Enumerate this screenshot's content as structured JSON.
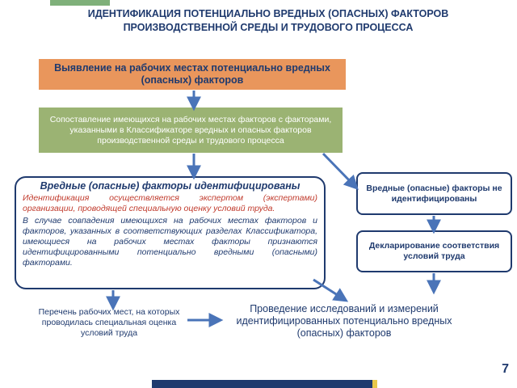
{
  "title": "ИДЕНТИФИКАЦИЯ ПОТЕНЦИАЛЬНО ВРЕДНЫХ (ОПАСНЫХ) ФАКТОРОВ ПРОИЗВОДСТВЕННОЙ СРЕДЫ И ТРУДОВОГО ПРОЦЕССА",
  "steps": {
    "detect": "Выявление на рабочих местах потенциально вредных (опасных) факторов",
    "compare": "Сопоставление имеющихся на рабочих местах факторов с факторами, указанными в Классификаторе вредных и опасных факторов производственной среды и трудового процесса",
    "identified": {
      "heading": "Вредные (опасные) факторы идентифицированы",
      "note1": "Идентификация осуществляется экспертом (экспертами) организации, проводящей специальную оценку условий труда.",
      "note2": "В случае совпадения имеющихся на рабочих местах факторов и факторов, указанных в соответствующих разделах Классификатора, имеющиеся на рабочих местах факторы признаются идентифицированными потенциально вредными (опасными) факторами."
    },
    "not_identified": "Вредные (опасные) факторы не идентифицированы",
    "declaration": "Декларирование соответствия условий труда",
    "workplaces_list": "Перечень рабочих мест, на которых проводилась специальная оценка условий труда",
    "research": "Проведение исследований и измерений идентифицированных потенциально вредных (опасных) факторов"
  },
  "page_number": "7",
  "colors": {
    "navy": "#1f3a6e",
    "orange": "#e9965c",
    "green": "#9bb373",
    "arrow": "#4a74b8",
    "red_text": "#c0392b"
  }
}
